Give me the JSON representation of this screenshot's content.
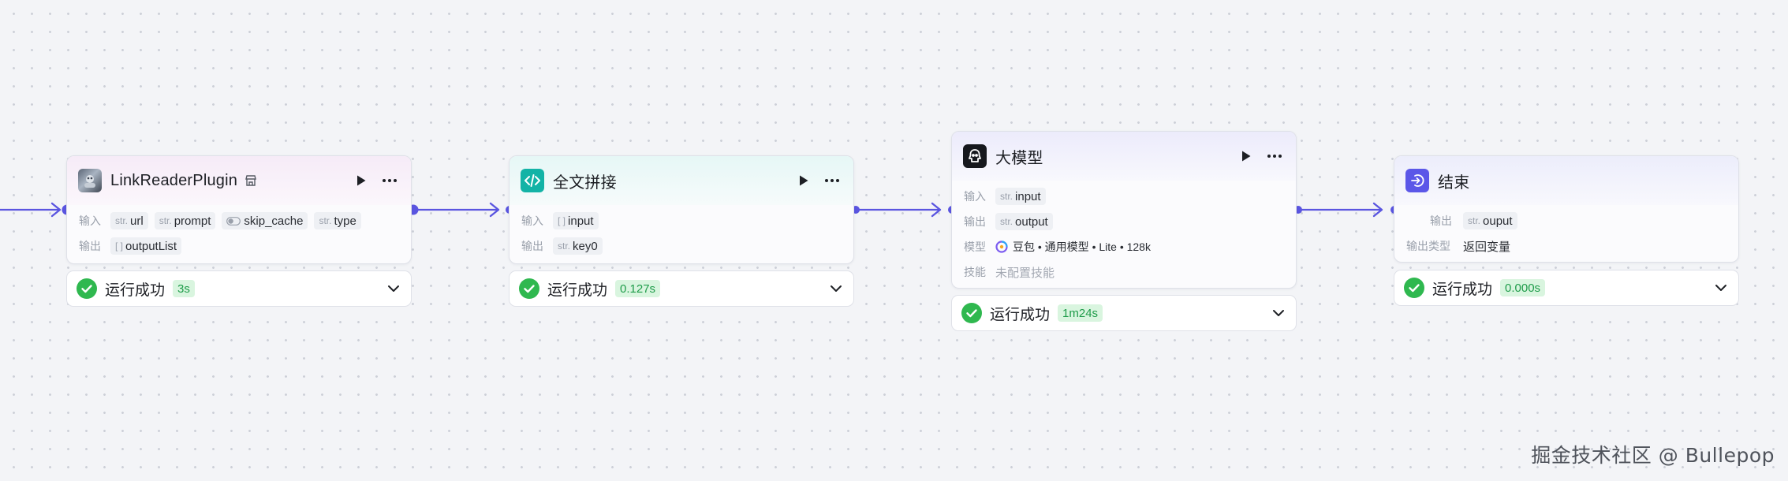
{
  "nodes": [
    {
      "title": "LinkReaderPlugin",
      "icon": "plugin-avatar-icon",
      "inputs_label": "输入",
      "outputs_label": "输出",
      "inputs": [
        {
          "type": "str.",
          "name": "url"
        },
        {
          "type": "str.",
          "name": "prompt"
        },
        {
          "type": "toggle",
          "name": "skip_cache"
        },
        {
          "type": "str.",
          "name": "type"
        }
      ],
      "outputs": [
        {
          "type": "[ ]",
          "name": "outputList"
        }
      ],
      "status": {
        "text": "运行成功",
        "time": "3s"
      }
    },
    {
      "title": "全文拼接",
      "icon": "code-icon",
      "inputs_label": "输入",
      "outputs_label": "输出",
      "inputs": [
        {
          "type": "[ ]",
          "name": "input"
        }
      ],
      "outputs": [
        {
          "type": "str.",
          "name": "key0"
        }
      ],
      "status": {
        "text": "运行成功",
        "time": "0.127s"
      }
    },
    {
      "title": "大模型",
      "icon": "llm-icon",
      "inputs_label": "输入",
      "outputs_label": "输出",
      "model_label": "模型",
      "skills_label": "技能",
      "inputs": [
        {
          "type": "str.",
          "name": "input"
        }
      ],
      "outputs": [
        {
          "type": "str.",
          "name": "output"
        }
      ],
      "model": "豆包 • 通用模型 • Lite • 128k",
      "skills": "未配置技能",
      "status": {
        "text": "运行成功",
        "time": "1m24s"
      }
    },
    {
      "title": "结束",
      "icon": "end-icon",
      "outputs_label": "输出",
      "output_type_label": "输出类型",
      "outputs": [
        {
          "type": "str.",
          "name": "ouput"
        }
      ],
      "output_type": "返回变量",
      "status": {
        "text": "运行成功",
        "time": "0.000s"
      }
    }
  ],
  "colors": {
    "accent": "#4f46e5",
    "edge": "#5a55e0",
    "success": "#2fb84f",
    "success_bg": "#d9f5df",
    "canvas_bg": "#f3f4f7"
  },
  "watermark": "掘金技术社区 @ Bullepop"
}
